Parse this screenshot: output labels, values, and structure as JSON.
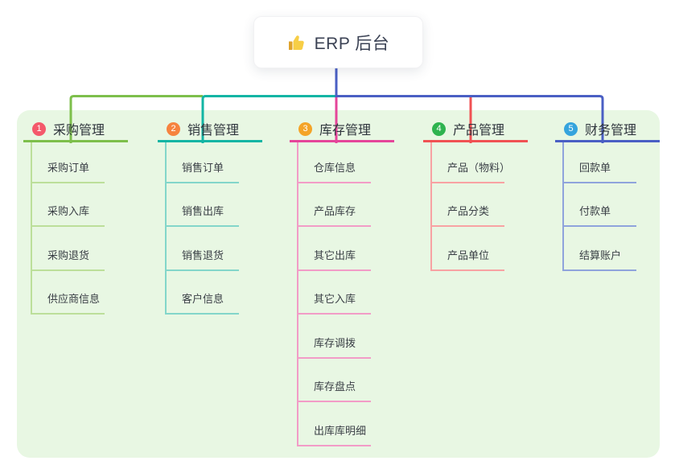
{
  "root": {
    "label": "ERP 后台",
    "icon": "thumbs-up-icon",
    "icon_colors": {
      "hand": "#f7ce46",
      "cuff": "#dfa32c"
    }
  },
  "panel": {
    "background": "#e8f7e3"
  },
  "branches": [
    {
      "num": "1",
      "label": "采购管理",
      "badge_color": "#f4596b",
      "line_color": "#7dbf4b",
      "child_line_color": "#bcdf9a",
      "children": [
        "采购订单",
        "采购入库",
        "采购退货",
        "供应商信息"
      ]
    },
    {
      "num": "2",
      "label": "销售管理",
      "badge_color": "#f6833f",
      "line_color": "#12b5a4",
      "child_line_color": "#83d6ca",
      "children": [
        "销售订单",
        "销售出库",
        "销售退货",
        "客户信息"
      ]
    },
    {
      "num": "3",
      "label": "库存管理",
      "badge_color": "#f4a428",
      "line_color": "#e5459a",
      "child_line_color": "#f29cc7",
      "children": [
        "仓库信息",
        "产品库存",
        "其它出库",
        "其它入库",
        "库存调拨",
        "库存盘点",
        "出库库明细"
      ]
    },
    {
      "num": "4",
      "label": "产品管理",
      "badge_color": "#2eb34f",
      "line_color": "#f05153",
      "child_line_color": "#f8a2a3",
      "children": [
        "产品（物料）",
        "产品分类",
        "产品单位"
      ]
    },
    {
      "num": "5",
      "label": "财务管理",
      "badge_color": "#35a4dd",
      "line_color": "#4a5fc4",
      "child_line_color": "#8fa4dc",
      "children": [
        "回款单",
        "付款单",
        "结算账户"
      ]
    }
  ]
}
